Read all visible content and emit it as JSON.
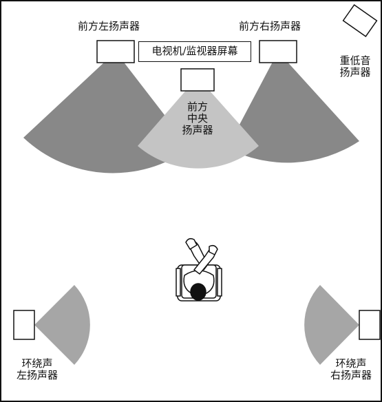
{
  "labels": {
    "front_left": "前方左扬声器",
    "front_right": "前方右扬声器",
    "screen": "电视机/监视器屏幕",
    "subwoofer": [
      "重低音",
      "扬声器"
    ],
    "center": [
      "前方",
      "中央",
      "扬声器"
    ],
    "surround_left": [
      "环绕声",
      "左扬声器"
    ],
    "surround_right": [
      "环绕声",
      "右扬声器"
    ]
  },
  "colors": {
    "front_cone": "#888888",
    "center_cone": "#c4c4c4",
    "surround_cone": "#a6a6a6",
    "outline": "#111111"
  }
}
